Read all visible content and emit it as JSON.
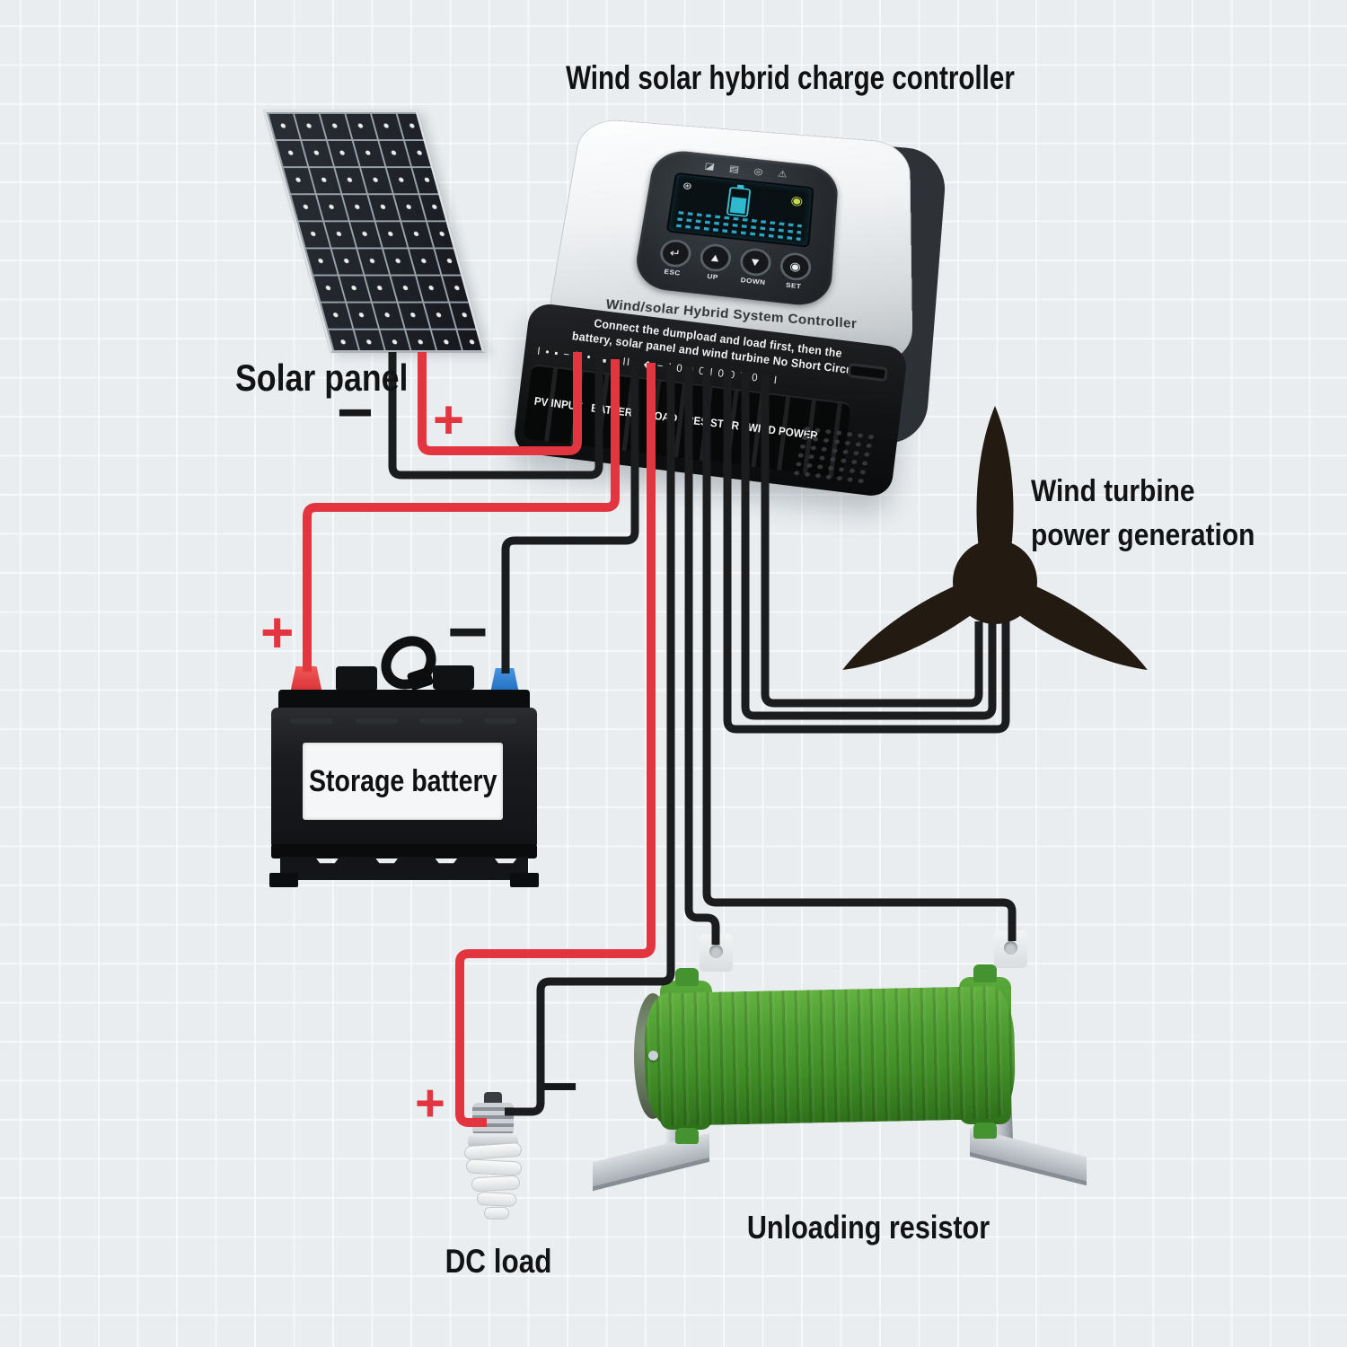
{
  "title": "Wind solar hybrid charge controller",
  "solar_panel": {
    "label": "Solar panel",
    "minus": "−",
    "plus": "+"
  },
  "controller": {
    "name_plate": "Wind/solar Hybrid System Controller",
    "warning_line1": "Connect the dumpload and load first, then the",
    "warning_line2": "battery, solar panel and wind turbine No Short Circuit",
    "indicators": [
      "◪",
      "▤",
      "◎",
      "⚠"
    ],
    "lcd": {
      "fan_icon": "⊛",
      "sun_icon": "◉"
    },
    "buttons": [
      {
        "glyph": "↵",
        "label": "ESC"
      },
      {
        "glyph": "▲",
        "label": "UP"
      },
      {
        "glyph": "▼",
        "label": "DOWN"
      },
      {
        "glyph": "◉",
        "label": "SET"
      }
    ],
    "terminal_icon_row": "I • ▪ − II • ▬ − II • ◆ − I 0 ≡ 0 I 0 0 Y 0 0 I",
    "terminals": [
      "PV INPUT",
      "BATTERY",
      "LOAD",
      "RESISTOR",
      "WIND POWER"
    ]
  },
  "battery": {
    "label": "Storage battery",
    "plus": "+",
    "minus": "−"
  },
  "wind_turbine": {
    "label_line1": "Wind turbine",
    "label_line2": "power generation"
  },
  "resistor": {
    "label": "Unloading resistor"
  },
  "dc_load": {
    "label": "DC load",
    "plus": "+",
    "minus": "−"
  },
  "colors": {
    "background": "#e9edf0",
    "wire_red": "#e23540",
    "wire_black": "#1b1c1e",
    "resistor_green": "#4f9e33",
    "battery_terminal_red": "#e23b40",
    "battery_terminal_blue": "#2b7fd4"
  }
}
